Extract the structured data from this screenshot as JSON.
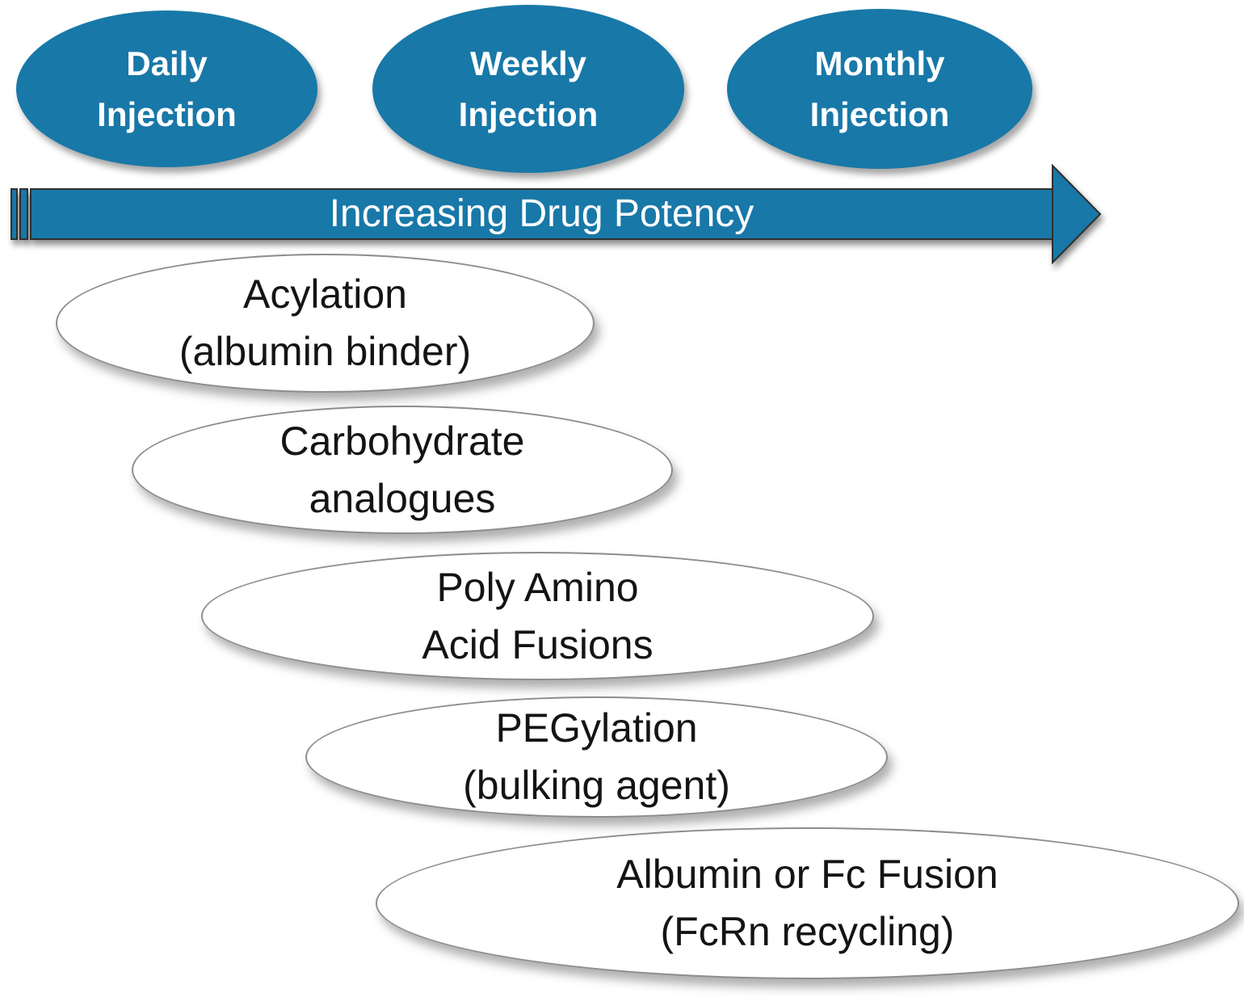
{
  "colors": {
    "accent_blue": "#1878a8",
    "arrow_outline": "#2f2f2f",
    "white_ellipse_outline": "#8d8d8d",
    "text_dark": "#141414",
    "text_light": "#ffffff"
  },
  "frequency_nodes": [
    {
      "line1": "Daily",
      "line2": "Injection"
    },
    {
      "line1": "Weekly",
      "line2": "Injection"
    },
    {
      "line1": "Monthly",
      "line2": "Injection"
    }
  ],
  "potency_axis": {
    "label": "Increasing Drug Potency"
  },
  "technology_nodes": [
    {
      "line1": "Acylation",
      "line2": "(albumin binder)"
    },
    {
      "line1": "Carbohydrate",
      "line2": "analogues"
    },
    {
      "line1": "Poly Amino",
      "line2": "Acid Fusions"
    },
    {
      "line1": "PEGylation",
      "line2": "(bulking agent)"
    },
    {
      "line1": "Albumin or Fc Fusion",
      "line2": "(FcRn recycling)"
    }
  ]
}
